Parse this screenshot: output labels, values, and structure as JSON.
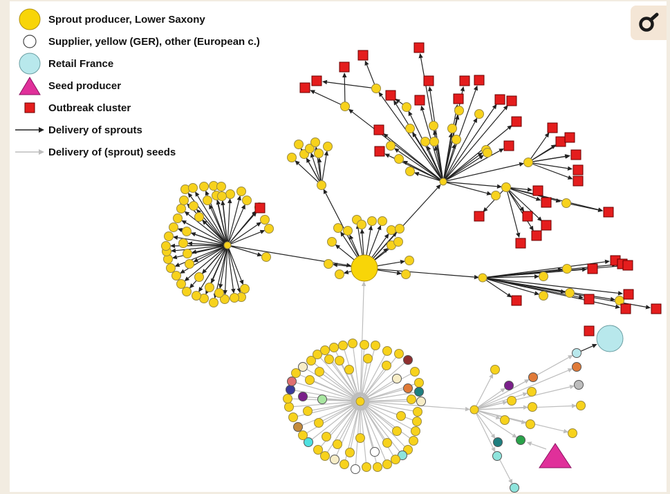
{
  "legend": {
    "sprout_producer": "Sprout producer, Lower Saxony",
    "supplier": "Supplier, yellow (GER), other (European c.)",
    "retail_france": "Retail France",
    "seed_producer": "Seed producer",
    "outbreak_cluster": "Outbreak cluster",
    "delivery_sprouts": "Delivery of sprouts",
    "delivery_seeds": "Delivery of (sprout) seeds"
  },
  "toolbar": {
    "icon": "magnifier-icon"
  },
  "colors": {
    "supplier_yellow": "#f7d21c",
    "hub": "#f8d508",
    "outbreak_red": "#e41d1d",
    "retail_france": "#b8e8ec",
    "seed_producer": "#e0309a",
    "sprout_arrow": "#222222",
    "seed_arrow": "#bdbdbd",
    "accent_background": "#f2ece1"
  }
}
